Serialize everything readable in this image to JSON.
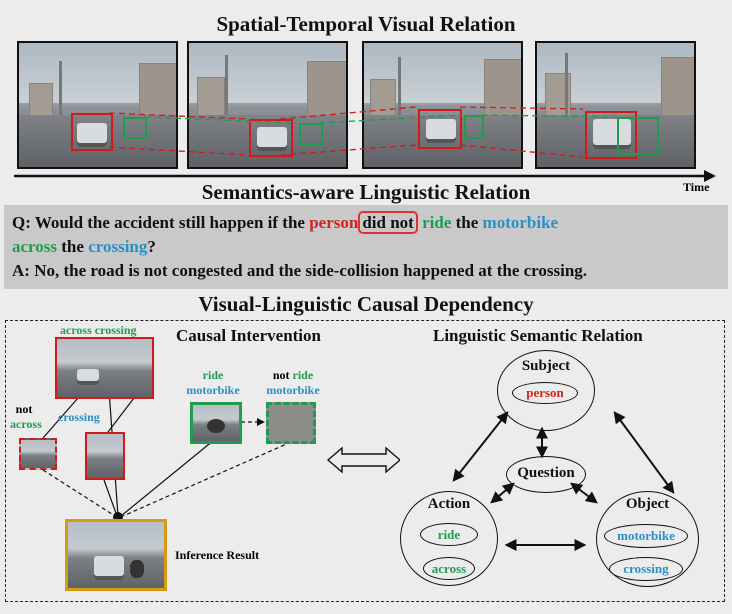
{
  "titles": {
    "spatial": "Spatial-Temporal Visual Relation",
    "semantic": "Semantics-aware Linguistic Relation",
    "causal": "Visual-Linguistic Causal Dependency"
  },
  "timeline": {
    "label": "Time"
  },
  "qa": {
    "q_prefix": "Q: Would the accident still happen if the",
    "q_person": "person",
    "q_didnot": "did not",
    "q_ride": "ride",
    "q_the": "the",
    "q_motorbike": "motorbike",
    "q_across": "across",
    "q_the2": "the",
    "q_crossing": "crossing",
    "q_end": "?",
    "answer": "A: No, the road is not congested and the side-collision happened at the crossing."
  },
  "intervention": {
    "title": "Causal Intervention",
    "across_crossing": "across crossing",
    "not": "not",
    "across": "across",
    "crossing": "crossing",
    "ride": "ride",
    "motorbike": "motorbike",
    "not_ride_not": "not",
    "not_ride_ride": "ride",
    "not_ride_motorbike": "motorbike",
    "inference": "Inference Result"
  },
  "semantic_relation": {
    "title": "Linguistic Semantic Relation",
    "subject": {
      "title": "Subject",
      "words": [
        "person"
      ]
    },
    "question": {
      "title": "Question"
    },
    "action": {
      "title": "Action",
      "words": [
        "ride",
        "across"
      ]
    },
    "object": {
      "title": "Object",
      "words": [
        "motorbike",
        "crossing"
      ]
    }
  },
  "colors": {
    "red": "#d2231f",
    "green": "#1f9c4e",
    "blue": "#2b8fc7",
    "gold": "#d59b12"
  }
}
